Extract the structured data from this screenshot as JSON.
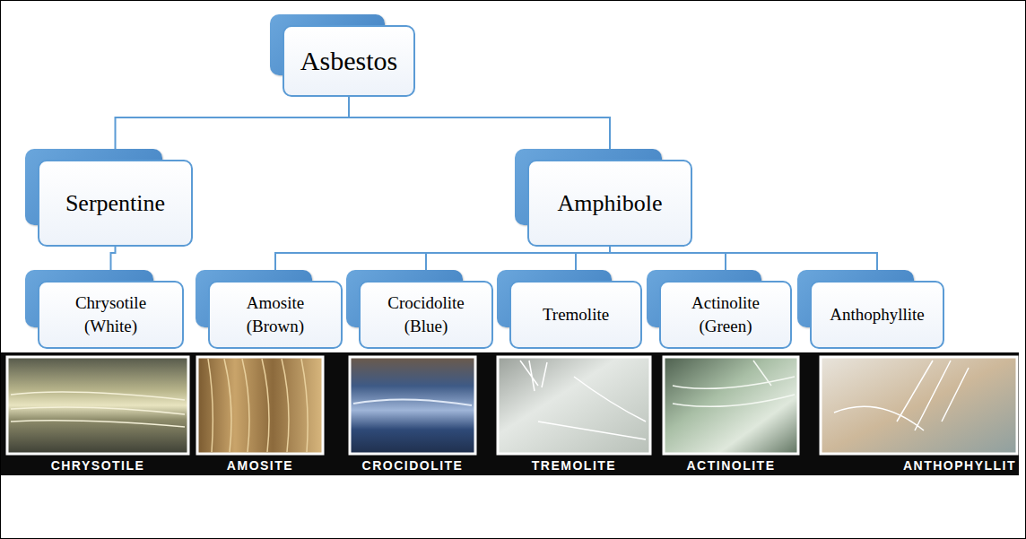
{
  "diagram": {
    "nodes": [
      {
        "text": [
          "Asbestos"
        ]
      },
      {
        "text": [
          "Serpentine"
        ]
      },
      {
        "text": [
          "Amphibole"
        ]
      },
      {
        "text": [
          "Chrysotile (White)"
        ]
      },
      {
        "text": [
          "Amosite (Brown)"
        ]
      },
      {
        "text": [
          "Crocidolite (Blue)"
        ]
      },
      {
        "text": [
          "Tremolite"
        ]
      },
      {
        "text": [
          "Actinolite (Green)"
        ]
      },
      {
        "text": [
          "Anthophyllite"
        ]
      }
    ],
    "edges": [
      {
        "from": 0,
        "to": 1,
        "arrow": "none"
      },
      {
        "from": 0,
        "to": 2,
        "arrow": "none"
      },
      {
        "from": 1,
        "to": 3,
        "arrow": "none"
      },
      {
        "from": 2,
        "to": 4,
        "arrow": "none"
      },
      {
        "from": 2,
        "to": 5,
        "arrow": "none"
      },
      {
        "from": 2,
        "to": 6,
        "arrow": "none"
      },
      {
        "from": 2,
        "to": 7,
        "arrow": "none"
      },
      {
        "from": 2,
        "to": 8,
        "arrow": "none"
      }
    ],
    "labels": [
      "CHRYSOTILE",
      "AMOSITE",
      "CROCIDOLITE",
      "TREMOLITE",
      "ACTINOLITE",
      "ANTHOPHYLLIT"
    ]
  }
}
